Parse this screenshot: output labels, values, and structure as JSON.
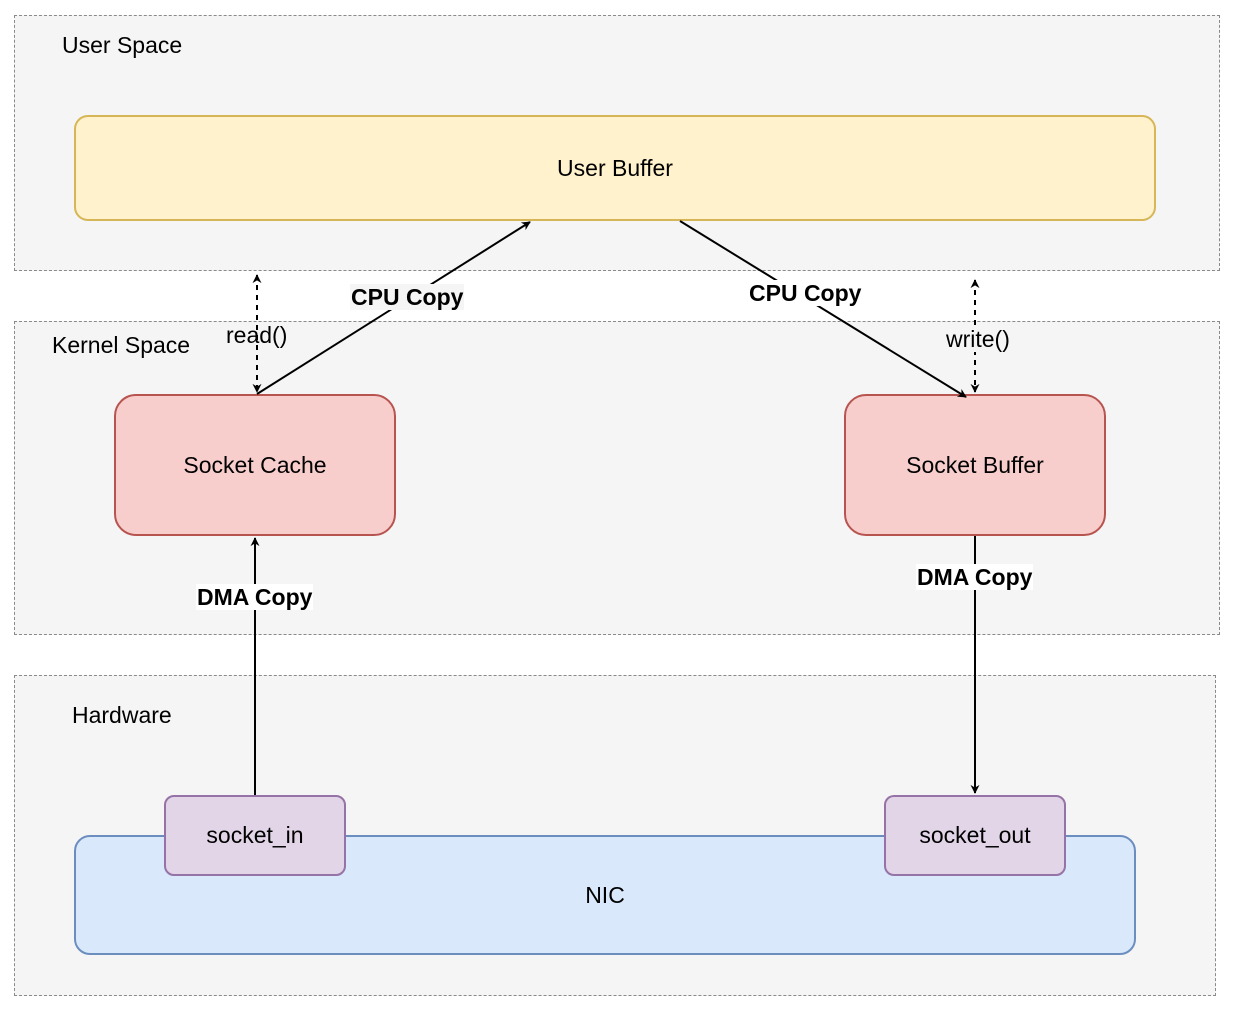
{
  "regions": {
    "user_space": "User Space",
    "kernel_space": "Kernel Space",
    "hardware": "Hardware"
  },
  "nodes": {
    "user_buffer": "User Buffer",
    "socket_cache": "Socket Cache",
    "socket_buffer": "Socket Buffer",
    "nic": "NIC",
    "socket_in": "socket_in",
    "socket_out": "socket_out"
  },
  "edges": {
    "read_call": "read()",
    "write_call": "write()",
    "cpu_copy_read": "CPU Copy",
    "cpu_copy_write": "CPU Copy",
    "dma_copy_in": "DMA Copy",
    "dma_copy_out": "DMA Copy"
  },
  "colors": {
    "user_fill": "#fff2cc",
    "user_stroke": "#d6b656",
    "kernel_fill": "#f8cecc",
    "kernel_stroke": "#b85450",
    "nic_fill": "#dae8fc",
    "nic_stroke": "#6c8ebf",
    "port_fill": "#e1d5e7",
    "port_stroke": "#9673a6",
    "region_fill": "#f5f5f5"
  }
}
